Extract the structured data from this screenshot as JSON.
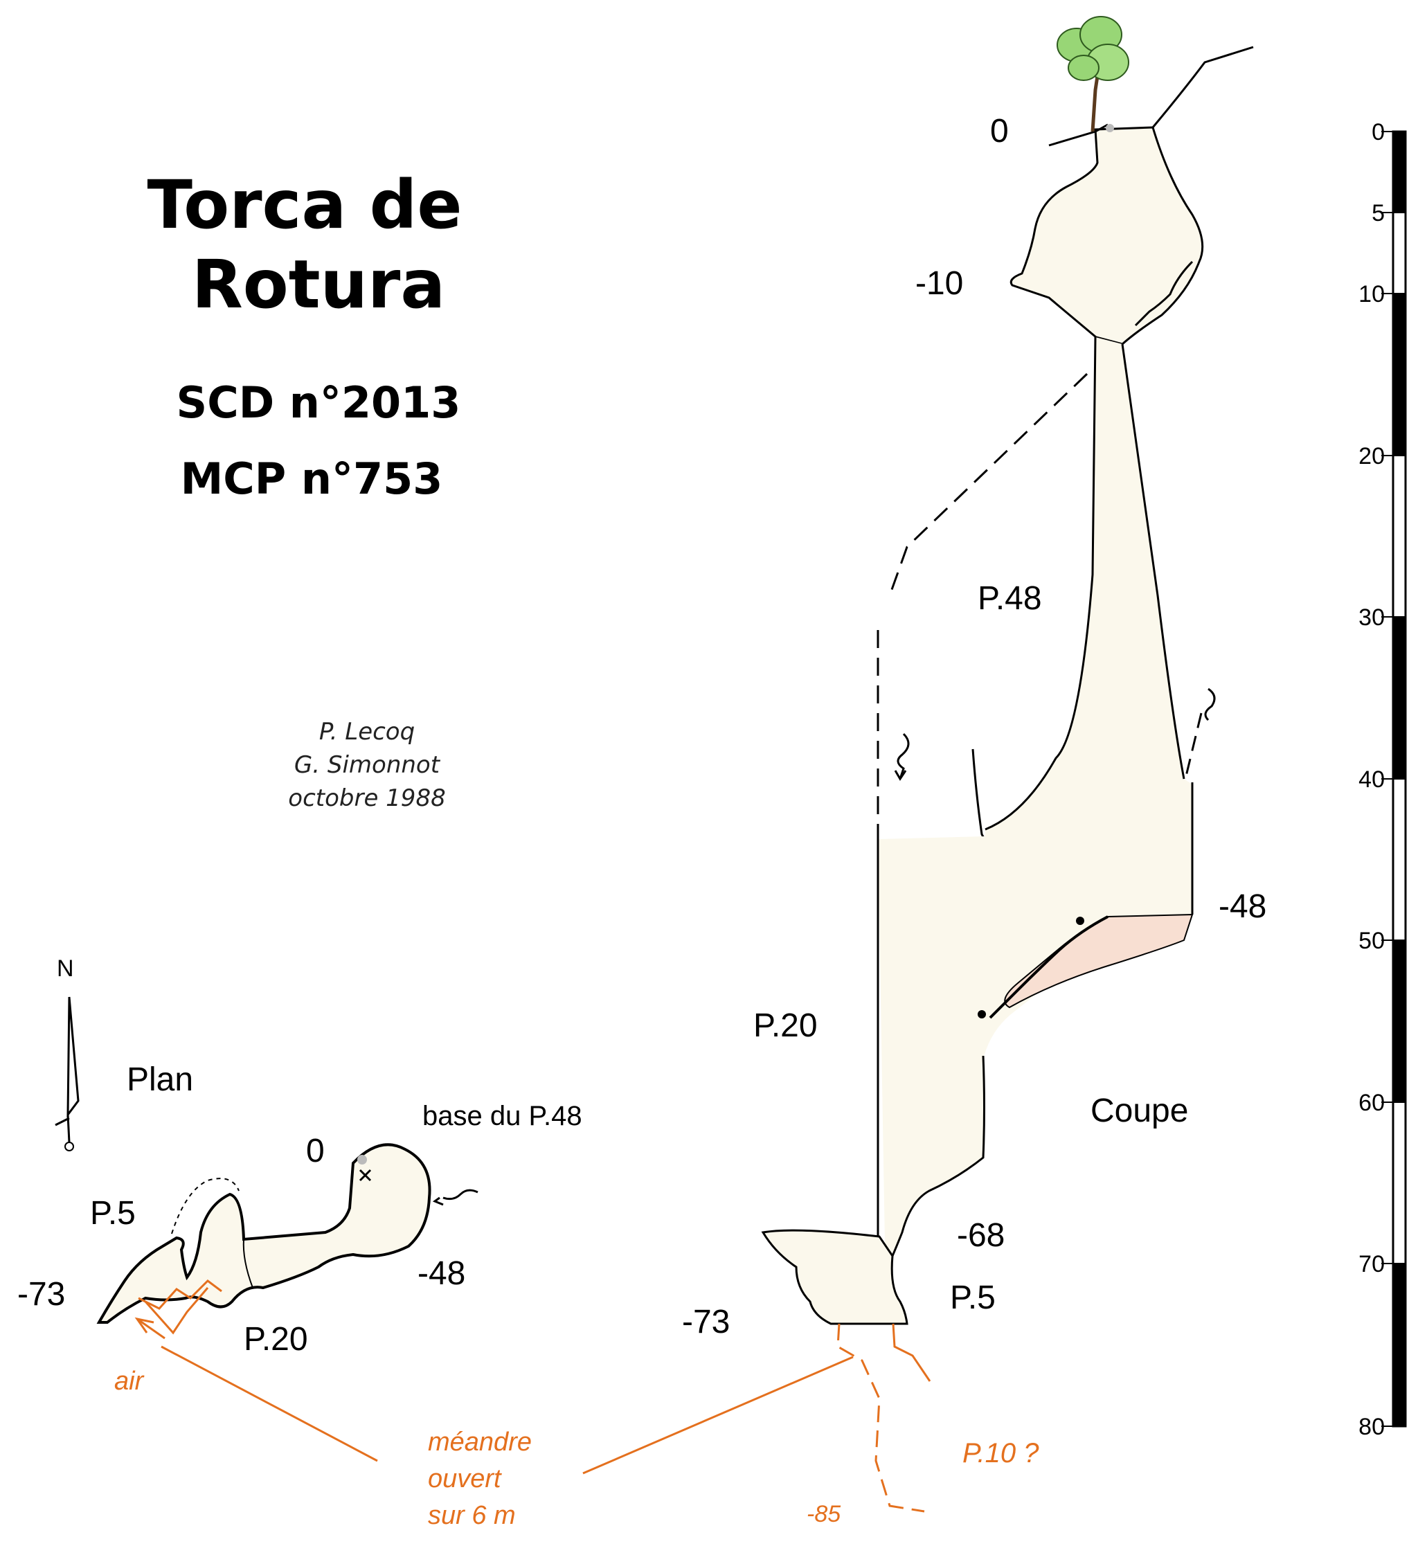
{
  "title": {
    "line1": "Torca de",
    "line2": "Rotura"
  },
  "ids": {
    "scd": "SCD n°2013",
    "mcp": "MCP n°753"
  },
  "credits": [
    "P. Lecoq",
    "G. Simonnot",
    "octobre 1988"
  ],
  "plan": {
    "label": "Plan",
    "north": "N",
    "base_note": "base du P.48",
    "labels": [
      "0",
      "P.5",
      "-73",
      "-48",
      "P.20"
    ],
    "air": "air"
  },
  "coupe": {
    "label": "Coupe",
    "depths": [
      "0",
      "-10",
      "-48",
      "-68",
      "-73"
    ],
    "pitches": [
      "P.48",
      "P.20",
      "P.5"
    ],
    "extension_pitch": "P.10 ?",
    "extension_depth": "-85"
  },
  "annotation": {
    "line1": "méandre",
    "line2": "ouvert",
    "line3": "sur 6 m"
  },
  "scale": {
    "ticks": [
      "0",
      "5",
      "10",
      "20",
      "30",
      "40",
      "50",
      "60",
      "70",
      "80"
    ]
  },
  "colors": {
    "cave_fill": "#fbf8ec",
    "sediment_fill": "#f8dfd2",
    "orange": "#e4701e",
    "ink": "#000000",
    "tree_green": "#98d676"
  }
}
